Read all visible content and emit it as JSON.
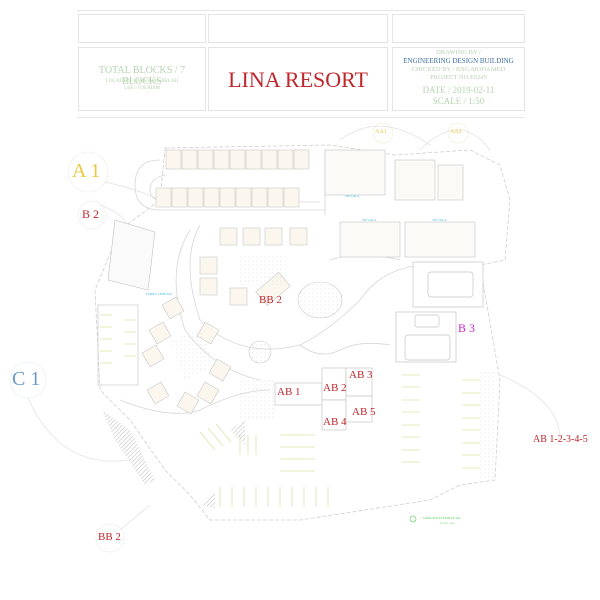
{
  "title_block": {
    "left": {
      "total_blocks": "TOTAL BLOCKS    / 7 BLOCKS",
      "location": "LOCATION/ BARKA, AL-BELAH",
      "use": "USE / TOURISM"
    },
    "center": {
      "project_name": "LINA RESORT"
    },
    "right": {
      "drawing_by_label": "DRAWING BY /",
      "drawing_by": "ENGINEERING DESIGN BUILDING",
      "checked_by": "CHICKED  BY / ENG.MOHAMED",
      "project_no": "PROJECT NO.E0245",
      "date": "DATE / 2019-02-11",
      "scale": "SCALE / 1:50"
    }
  },
  "callouts": {
    "a1": "A 1",
    "b2": "B 2",
    "c1": "C 1",
    "bb2_bottom": "BB 2",
    "bb2_center": "BB 2",
    "b3": "B 3",
    "aa1": "AA1",
    "aa2": "AA2",
    "ab1": "AB 1",
    "ab2": "AB 2",
    "ab3": "AB 3",
    "ab4": "AB 4",
    "ab5": "AB 5",
    "ab_group": "AB 1-2-3-4-5"
  },
  "plan_labels": {
    "vip_villa": "VIP VILLA",
    "vip_villa_2": "VIP VILLA",
    "vip_villa_3": "VIP VILLA",
    "family_vehicles": "FAMILY VEHICLES",
    "ground_floor_plan": "GROUND FLOOR PLAN",
    "ground_floor_scale": "SCALE 1:100"
  },
  "colors": {
    "project_name": "#c0272d",
    "callout_red": "#c0272d",
    "callout_yellow": "#e8c840",
    "callout_blue": "#6b9bc9",
    "callout_magenta": "#c828c8",
    "title_text_green": "#b7d3b0",
    "drawing_by_blue": "#3f6fa0",
    "plan_line": "#cfcfcf",
    "parking_line": "#d8e6a8"
  }
}
